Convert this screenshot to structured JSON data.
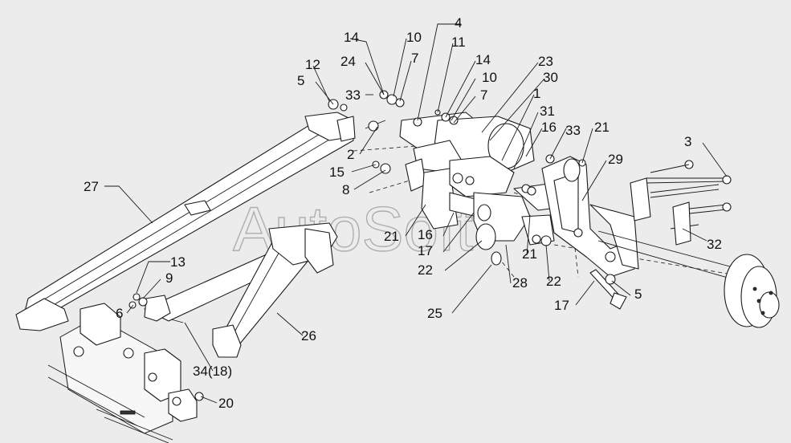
{
  "watermark": "AutoSoft",
  "callouts": [
    {
      "id": "c1",
      "text": "1"
    },
    {
      "id": "c2",
      "text": "2"
    },
    {
      "id": "c3",
      "text": "3"
    },
    {
      "id": "c4",
      "text": "4"
    },
    {
      "id": "c5a",
      "text": "5"
    },
    {
      "id": "c5b",
      "text": "5"
    },
    {
      "id": "c6",
      "text": "6"
    },
    {
      "id": "c7a",
      "text": "7"
    },
    {
      "id": "c7b",
      "text": "7"
    },
    {
      "id": "c8",
      "text": "8"
    },
    {
      "id": "c9",
      "text": "9"
    },
    {
      "id": "c10a",
      "text": "10"
    },
    {
      "id": "c10b",
      "text": "10"
    },
    {
      "id": "c11",
      "text": "11"
    },
    {
      "id": "c12",
      "text": "12"
    },
    {
      "id": "c13",
      "text": "13"
    },
    {
      "id": "c14a",
      "text": "14"
    },
    {
      "id": "c14b",
      "text": "14"
    },
    {
      "id": "c15",
      "text": "15"
    },
    {
      "id": "c16a",
      "text": "16"
    },
    {
      "id": "c16b",
      "text": "16"
    },
    {
      "id": "c17a",
      "text": "17"
    },
    {
      "id": "c17b",
      "text": "17"
    },
    {
      "id": "c20",
      "text": "20"
    },
    {
      "id": "c21a",
      "text": "21"
    },
    {
      "id": "c21b",
      "text": "21"
    },
    {
      "id": "c21c",
      "text": "21"
    },
    {
      "id": "c22a",
      "text": "22"
    },
    {
      "id": "c22b",
      "text": "22"
    },
    {
      "id": "c23",
      "text": "23"
    },
    {
      "id": "c24",
      "text": "24"
    },
    {
      "id": "c25",
      "text": "25"
    },
    {
      "id": "c26",
      "text": "26"
    },
    {
      "id": "c27",
      "text": "27"
    },
    {
      "id": "c28",
      "text": "28"
    },
    {
      "id": "c29",
      "text": "29"
    },
    {
      "id": "c30",
      "text": "30"
    },
    {
      "id": "c31",
      "text": "31"
    },
    {
      "id": "c32",
      "text": "32"
    },
    {
      "id": "c33a",
      "text": "33"
    },
    {
      "id": "c33b",
      "text": "33"
    },
    {
      "id": "c34",
      "text": "34(18)"
    }
  ]
}
